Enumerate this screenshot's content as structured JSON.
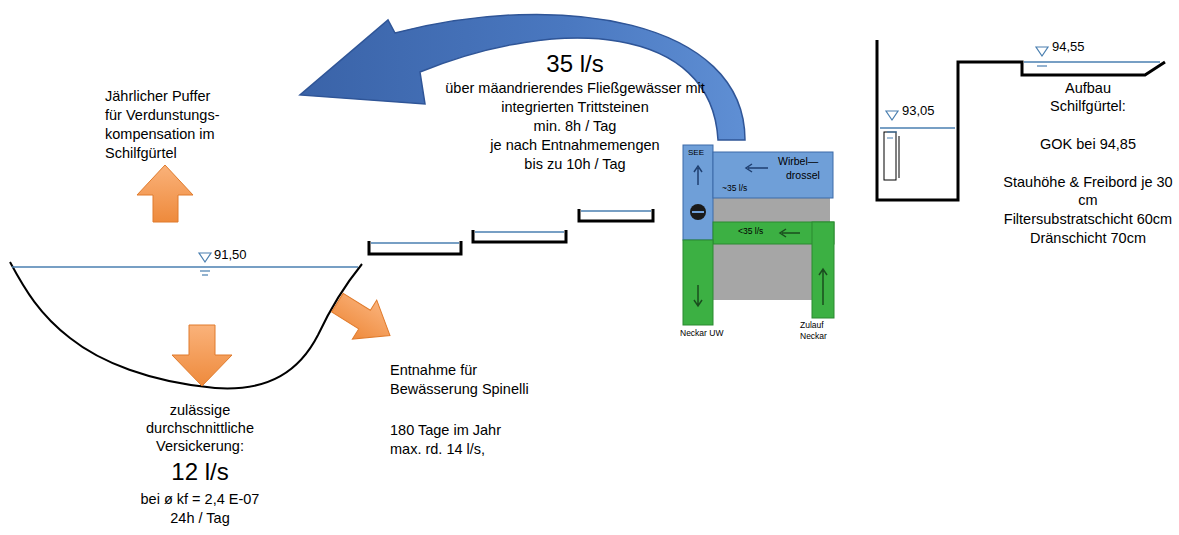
{
  "diagram": {
    "labels": [
      "35 l/s",
      "über mäandrierendes Fließgewässer mit",
      "integrierten Trittsteinen",
      "min. 8h / Tag",
      "je nach Entnahmemengen",
      "bis zu 10h / Tag",
      "Jährlicher Puffer",
      "für Verdunstungs-",
      "kompensation im",
      "Schilfgürtel",
      "91,50",
      "zulässige",
      "durchschnittliche",
      "Versickerung:",
      "12 l/s",
      "bei ø kf = 2,4 E-07",
      "24h / Tag",
      "Entnahme für",
      "Bewässerung Spinelli",
      "180 Tage im Jahr",
      "max. rd. 14 l/s,",
      "SEE",
      "Wirbel—",
      "drossel",
      "~35 l/s",
      "<35 l/s",
      "Neckar UW",
      "Zulauf",
      "Neckar",
      "94,55",
      "93,05",
      "Aufbau",
      "Schilfgürtel:",
      "GOK bei 94,85",
      "Stauhöhe & Freibord je 30",
      "cm",
      "Filtersubstratschicht 60cm",
      "Dränschicht 70cm"
    ]
  }
}
